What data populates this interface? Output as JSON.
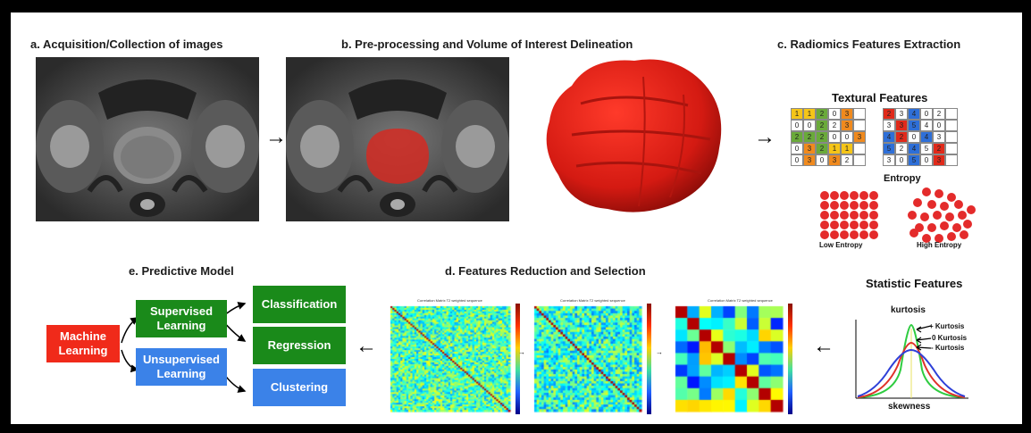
{
  "section_a": {
    "title": "a. Acquisition/Collection of images"
  },
  "section_b": {
    "title": "b. Pre-processing and Volume of Interest Delineation"
  },
  "section_c": {
    "title": "c. Radiomics Features Extraction",
    "textural_title": "Textural Features",
    "grid1": [
      [
        "1",
        "1",
        "2",
        "0",
        "3",
        ""
      ],
      [
        "0",
        "0",
        "2",
        "2",
        "3",
        ""
      ],
      [
        "2",
        "2",
        "2",
        "0",
        "0",
        "3"
      ],
      [
        "0",
        "3",
        "2",
        "1",
        "1",
        ""
      ],
      [
        "0",
        "3",
        "0",
        "3",
        "2",
        ""
      ]
    ],
    "grid2": [
      [
        "2",
        "3",
        "4",
        "0",
        "2",
        ""
      ],
      [
        "3",
        "3",
        "5",
        "4",
        "0",
        ""
      ],
      [
        "4",
        "2",
        "0",
        "4",
        "3",
        ""
      ],
      [
        "5",
        "2",
        "4",
        "5",
        "2",
        ""
      ],
      [
        "3",
        "0",
        "5",
        "0",
        "3",
        ""
      ]
    ],
    "entropy_title": "Entropy",
    "low_entropy": "Low Entropy",
    "high_entropy": "High Entropy",
    "statistic_title": "Statistic Features",
    "kurtosis_label": "kurtosis",
    "plus_kurtosis": "+ Kurtosis",
    "zero_kurtosis": "0 Kurtosis",
    "minus_kurtosis": "- Kurtosis",
    "skewness_label": "skewness"
  },
  "section_d": {
    "title": "d. Features Reduction and Selection",
    "matrix_title": "Correlation Matrix T2 weighted sequence"
  },
  "section_e": {
    "title": "e. Predictive Model",
    "machine_learning": "Machine Learning",
    "supervised": "Supervised Learning",
    "unsupervised": "Unsupervised Learning",
    "classification": "Classification",
    "regression": "Regression",
    "clustering": "Clustering"
  },
  "colors": {
    "red": "#f02a1a",
    "green": "#1a8a1a",
    "blue": "#3b82e8",
    "tumor": "#d91a12",
    "grid_yellow": "#f5c518",
    "grid_orange": "#f08a1e",
    "grid_green": "#6aaa3a",
    "grid_blue": "#2e6fd8",
    "grid_red": "#e02a1a"
  }
}
